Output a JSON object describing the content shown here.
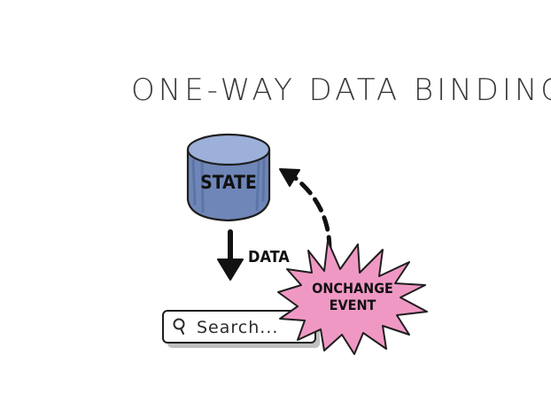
{
  "title": "ONE-WAY DATA BINDING",
  "state": {
    "label": "STATE",
    "color": "#7d93c2"
  },
  "data_arrow": {
    "label": "DATA"
  },
  "event_burst": {
    "line1": "ONCHANGE",
    "line2": "EVENT",
    "color": "#f0a0c8"
  },
  "search": {
    "text": "Search...",
    "icon": "search-icon"
  }
}
